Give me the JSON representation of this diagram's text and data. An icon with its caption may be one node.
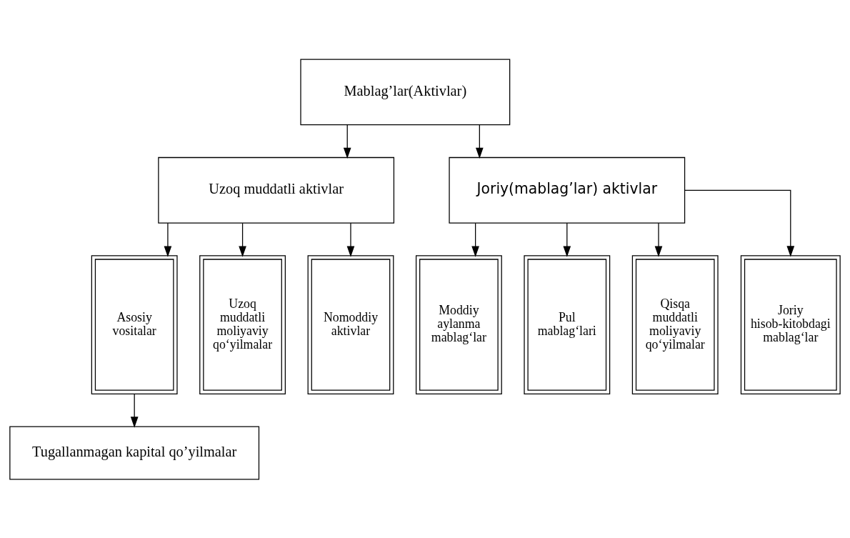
{
  "diagram": {
    "nodes": [
      {
        "text": [
          "Mablag’lar(Aktivlar)"
        ]
      },
      {
        "text": [
          "Uzoq muddatli aktivlar"
        ]
      },
      {
        "text": [
          "Joriy(mablag’lar) aktivlar"
        ]
      },
      {
        "text": [
          "Asosiy vositalar"
        ]
      },
      {
        "text": [
          "Uzoq muddatli moliyaviy qo‘yilmalar"
        ]
      },
      {
        "text": [
          "Nomoddiy aktivlar"
        ]
      },
      {
        "text": [
          "Tugallanmagan kapital qo’yilmalar"
        ]
      },
      {
        "text": [
          "Moddiy aylanma mablag‘lar"
        ]
      },
      {
        "text": [
          "Pul mablag‘lari"
        ]
      },
      {
        "text": [
          "Qisqa muddatli moliyaviy qo‘yilmalar"
        ]
      },
      {
        "text": [
          "Joriy hisob-kitobdagi mablag‘lar"
        ]
      }
    ],
    "edges": [
      {
        "from": 0,
        "to": 1,
        "arrow": "to"
      },
      {
        "from": 0,
        "to": 2,
        "arrow": "to"
      },
      {
        "from": 1,
        "to": 3,
        "arrow": "to"
      },
      {
        "from": 1,
        "to": 4,
        "arrow": "to"
      },
      {
        "from": 1,
        "to": 5,
        "arrow": "to"
      },
      {
        "from": 3,
        "to": 6,
        "arrow": "to"
      },
      {
        "from": 2,
        "to": 7,
        "arrow": "to"
      },
      {
        "from": 2,
        "to": 8,
        "arrow": "to"
      },
      {
        "from": 2,
        "to": 9,
        "arrow": "to"
      },
      {
        "from": 2,
        "to": 10,
        "arrow": "to"
      }
    ]
  }
}
